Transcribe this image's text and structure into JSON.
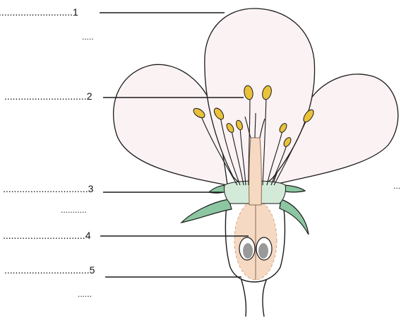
{
  "diagram": {
    "labels": [
      {
        "number": "1",
        "lead": "...........................",
        "trail": "....."
      },
      {
        "number": "2",
        "lead": "..............................",
        "trail": ""
      },
      {
        "number": "3",
        "lead": "...............................",
        "trail": "..........."
      },
      {
        "number": "4",
        "lead": "..............................",
        "trail": ""
      },
      {
        "number": "5",
        "lead": "...............................",
        "trail": "......"
      }
    ],
    "right_dots": "...",
    "colors": {
      "petal": "#fbf2f4",
      "sepal": "#8cc7a1",
      "receptacle": "#d3ead9",
      "ovary": "#f6d9c3",
      "anther": "#e8c23a",
      "ovule": "#9a9a9a",
      "outline": "#1a1a1a"
    }
  }
}
